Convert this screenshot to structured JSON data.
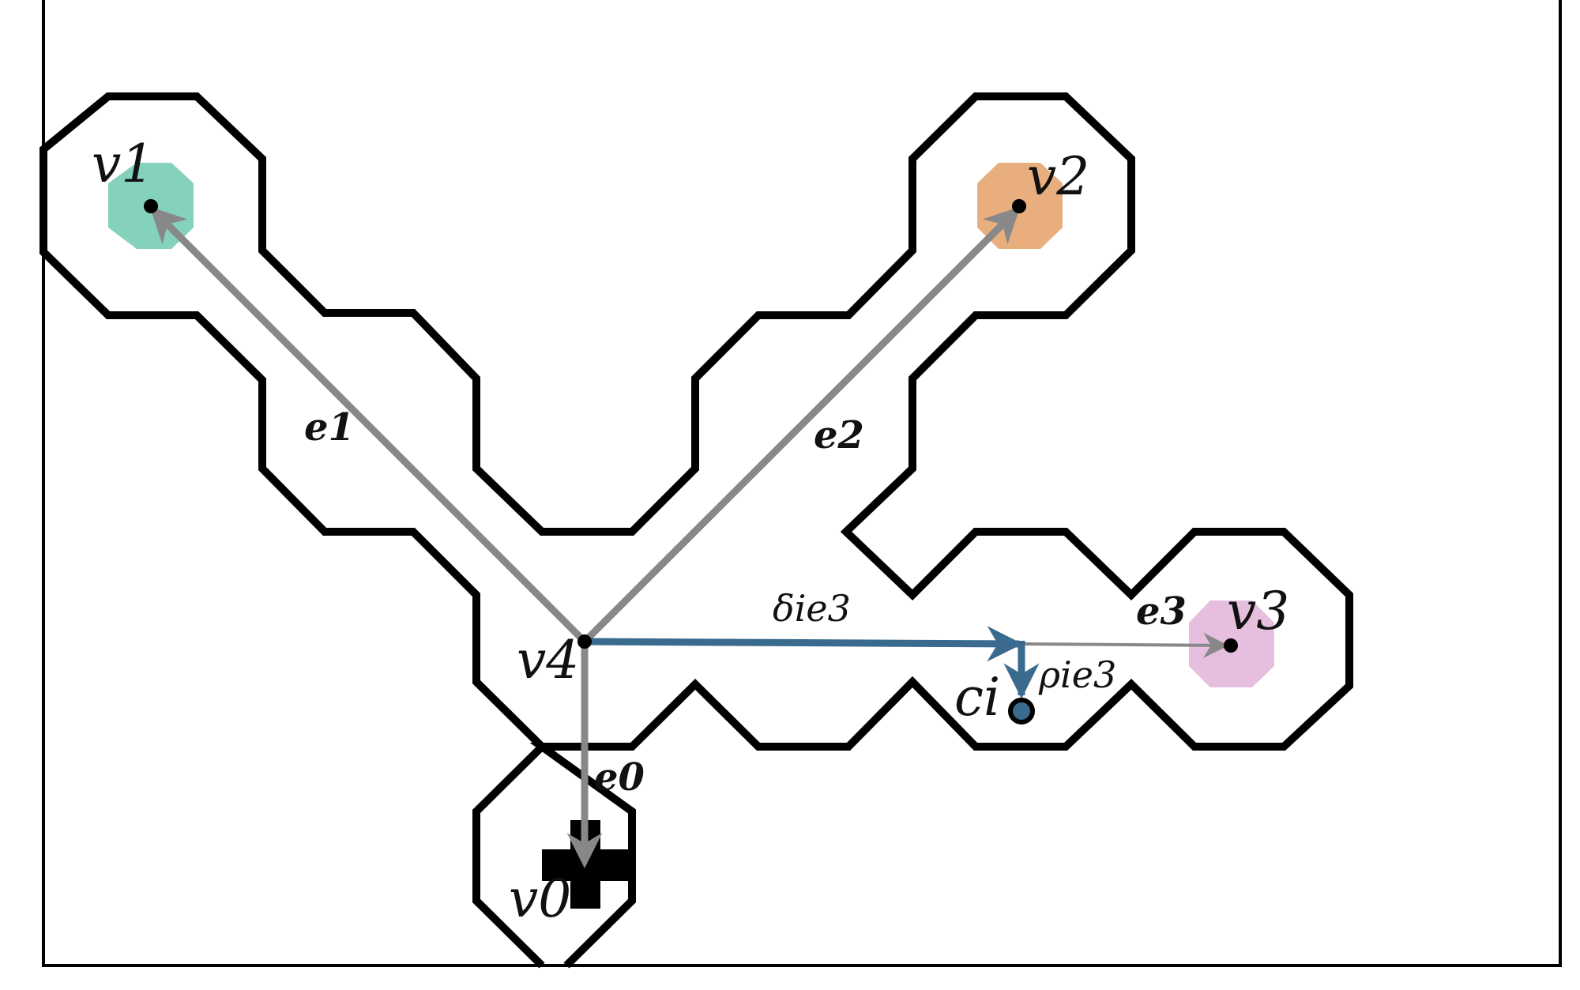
{
  "labels": {
    "v0": "v0",
    "v1": "v1",
    "v2": "v2",
    "v3": "v3",
    "v4": "v4",
    "e0": "e0",
    "e1": "e1",
    "e2": "e2",
    "e3": "e3",
    "delta_e3": "δie3",
    "rho_e3": "ρie3",
    "ci": "ci"
  },
  "colors": {
    "outline": "#000000",
    "edge_arrow": "#888888",
    "delta_arrow": "#3a6a8e",
    "v1_region": "#84d1bc",
    "v2_region": "#e8ae7e",
    "v3_region": "#e6bfdf",
    "ci_point": "#3a6a8e"
  },
  "icons": {
    "v0_marker": "plus-icon"
  }
}
